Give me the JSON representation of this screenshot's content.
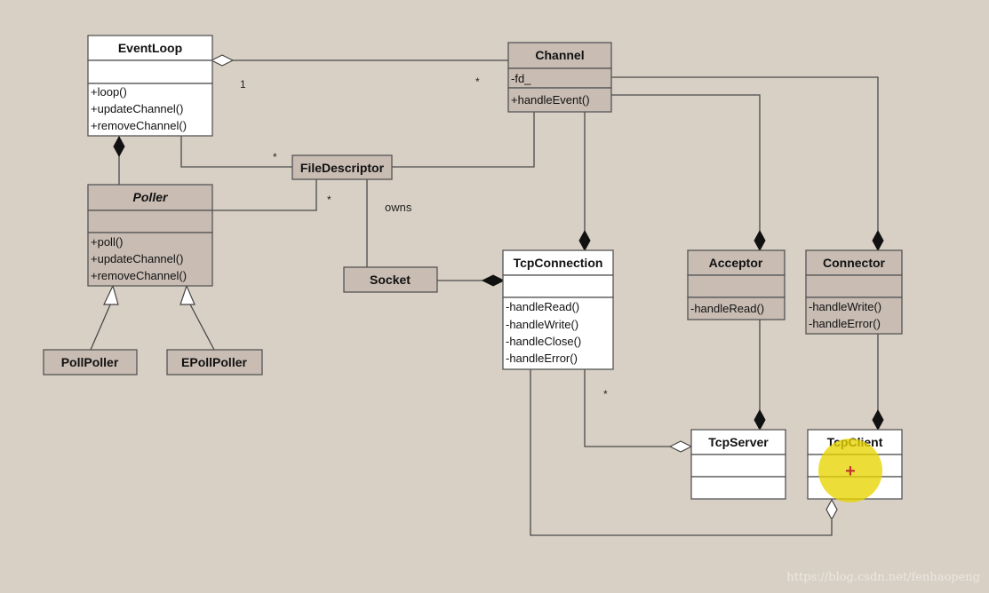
{
  "classes": {
    "eventloop": {
      "name": "EventLoop",
      "attributes": [],
      "methods": [
        "+loop()",
        "+updateChannel()",
        "+removeChannel()"
      ]
    },
    "channel": {
      "name": "Channel",
      "attributes": [
        "-fd_"
      ],
      "methods": [
        "+handleEvent()"
      ]
    },
    "filedescriptor": {
      "name": "FileDescriptor"
    },
    "poller": {
      "name": "Poller",
      "attributes": [],
      "methods": [
        "+poll()",
        "+updateChannel()",
        "+removeChannel()"
      ]
    },
    "pollpoller": {
      "name": "PollPoller"
    },
    "epollpoller": {
      "name": "EPollPoller"
    },
    "socket": {
      "name": "Socket"
    },
    "tcpconnection": {
      "name": "TcpConnection",
      "attributes": [],
      "methods": [
        "-handleRead()",
        "-handleWrite()",
        "-handleClose()",
        "-handleError()"
      ]
    },
    "acceptor": {
      "name": "Acceptor",
      "attributes": [],
      "methods": [
        "-handleRead()"
      ]
    },
    "connector": {
      "name": "Connector",
      "attributes": [],
      "methods": [
        "-handleWrite()",
        "-handleError()"
      ]
    },
    "tcpserver": {
      "name": "TcpServer"
    },
    "tcpclient": {
      "name": "TcpClient"
    }
  },
  "labels": {
    "owns": "owns",
    "eventloop_channel_one": "1",
    "eventloop_channel_many": "*",
    "eventloop_fd_many": "*",
    "poller_fd_many": "*",
    "tcpserver_connections_many": "*"
  },
  "cursor_mark": "+",
  "watermark": "https://blog.csdn.net/fenhaopeng",
  "colors": {
    "background": "#d9d0c5",
    "header_gray": "#c8bcb3",
    "box_white": "#ffffff",
    "cursor_highlight": "#e8d400",
    "cursor_mark": "#c0392b"
  }
}
